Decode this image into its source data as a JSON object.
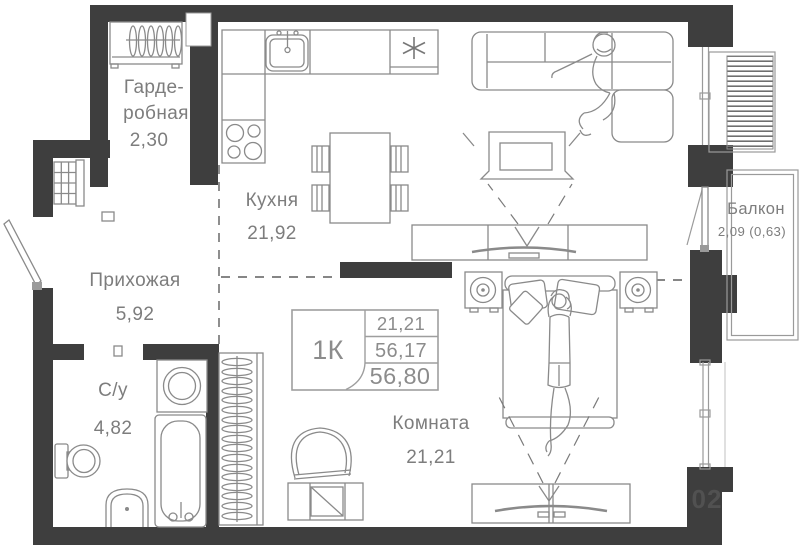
{
  "rooms": {
    "wardrobe": {
      "name_line1": "Гарде-",
      "name_line2": "робная",
      "area": "2,30"
    },
    "hallway": {
      "name": "Прихожая",
      "area": "5,92"
    },
    "kitchen": {
      "name": "Кухня",
      "area": "21,92"
    },
    "bathroom": {
      "name": "С/у",
      "area": "4,82"
    },
    "room": {
      "name": "Комната",
      "area": "21,21"
    },
    "balcony": {
      "name": "Балкон",
      "area": "2,09 (0,63)"
    }
  },
  "stamp": {
    "apartment_type": "1К",
    "room_area": "21,21",
    "living_area": "56,17",
    "total_area": "56,80"
  },
  "wall_label": "02",
  "colors": {
    "wall": "#3e3e3e",
    "furniture_line": "#8a8a8a",
    "label_text": "#7d7d7d",
    "stamp_border": "#9e9e9e",
    "wall_label_text": "#515151",
    "background": "#ffffff"
  }
}
